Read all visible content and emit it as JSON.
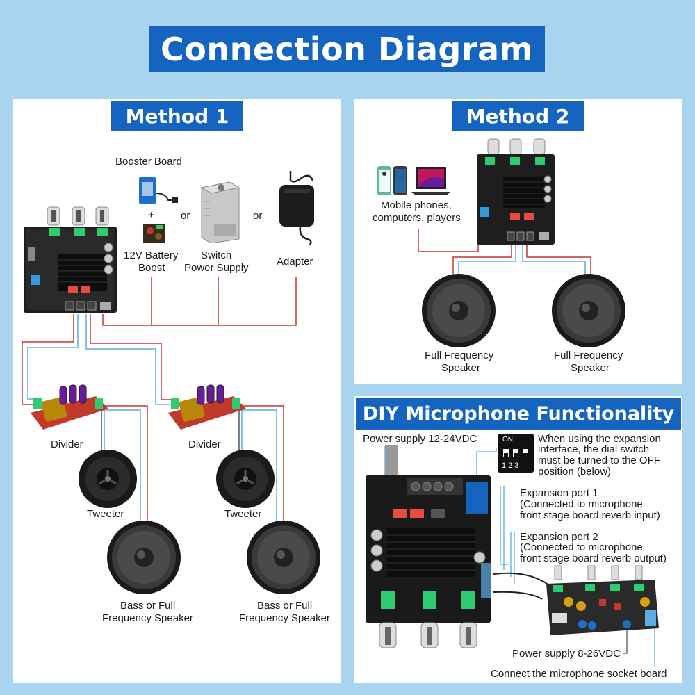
{
  "title": "Connection Diagram",
  "method1": {
    "title": "Method 1",
    "booster_board": "Booster Board",
    "plus": "+",
    "or1": "or",
    "or2": "or",
    "battery_line1": "12V Battery",
    "battery_line2": "Boost",
    "switch_line1": "Switch",
    "switch_line2": "Power Supply",
    "adapter": "Adapter",
    "divider_left": "Divider",
    "divider_right": "Divider",
    "tweeter_left": "Tweeter",
    "tweeter_right": "Tweeter",
    "bass_left_line1": "Bass or Full",
    "bass_left_line2": "Frequency Speaker",
    "bass_right_line1": "Bass or Full",
    "bass_right_line2": "Frequency Speaker"
  },
  "method2": {
    "title": "Method 2",
    "devices_line1": "Mobile phones,",
    "devices_line2": "computers, players",
    "speaker_left_line1": "Full Frequency",
    "speaker_left_line2": "Speaker",
    "speaker_right_line1": "Full Frequency",
    "speaker_right_line2": "Speaker"
  },
  "diy": {
    "title": "DIY Microphone Functionality",
    "power_supply_top": "Power supply 12-24VDC",
    "dip_on": "ON",
    "dip_nums": "1 2 3",
    "dial_note_line1": "When using the expansion",
    "dial_note_line2": "interface, the dial switch",
    "dial_note_line3": "must be turned to the OFF",
    "dial_note_line4": "position (below)",
    "exp1_line1": "Expansion port 1",
    "exp1_line2": "(Connected to microphone",
    "exp1_line3": "front stage board reverb input)",
    "exp2_line1": "Expansion port 2",
    "exp2_line2": "(Connected to microphone",
    "exp2_line3": "front stage board reverb output)",
    "power_supply_bottom": "Power supply 8-26VDC",
    "mic_socket": "Connect the microphone socket board"
  },
  "colors": {
    "background": "#a8d4f0",
    "title_blue": "#1565c0",
    "wire_red": "#c0392b",
    "wire_blue": "#5dade2",
    "wire_gray": "#555555"
  }
}
